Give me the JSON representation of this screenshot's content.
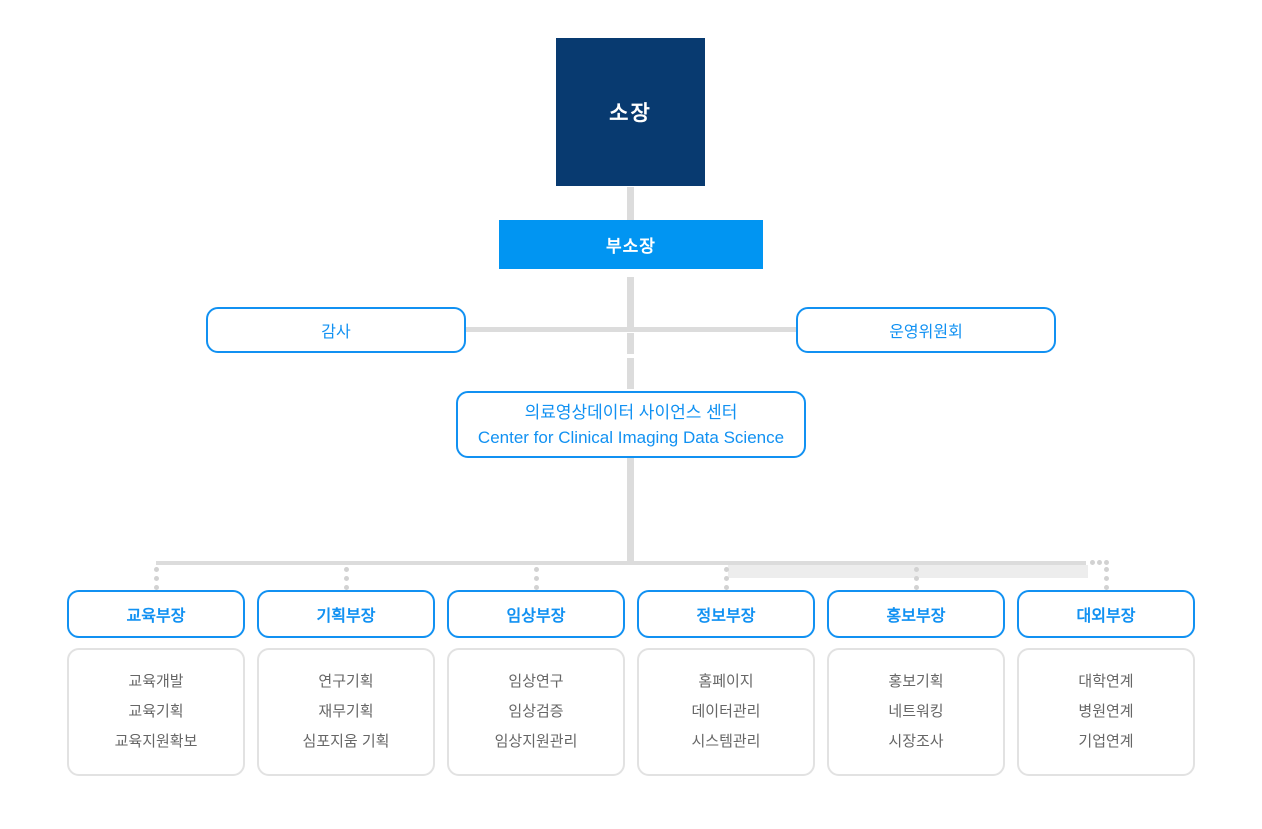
{
  "org": {
    "director": "소장",
    "deputy_director": "부소장",
    "audit": "감사",
    "steering_committee": "운영위원회",
    "center": {
      "ko": "의료영상데이터 사이언스 센터",
      "en": "Center for Clinical Imaging Data Science"
    },
    "departments": [
      {
        "label": "교육부장",
        "items": [
          "교육개발",
          "교육기획",
          "교육지원확보"
        ]
      },
      {
        "label": "기획부장",
        "items": [
          "연구기획",
          "재무기획",
          "심포지움 기획"
        ]
      },
      {
        "label": "임상부장",
        "items": [
          "임상연구",
          "임상검증",
          "임상지원관리"
        ]
      },
      {
        "label": "정보부장",
        "items": [
          "홈페이지",
          "데이터관리",
          "시스템관리"
        ]
      },
      {
        "label": "홍보부장",
        "items": [
          "홍보기획",
          "네트워킹",
          "시장조사"
        ]
      },
      {
        "label": "대외부장",
        "items": [
          "대학연계",
          "병원연계",
          "기업연계"
        ]
      }
    ]
  },
  "colors": {
    "director_navy": "#083a70",
    "deputy_blue": "#0195f2",
    "outline_blue": "#1191f2",
    "connector_gray": "#dcdcdc",
    "sub_border_gray": "#e2e2e2",
    "sub_text_gray": "#666666"
  }
}
